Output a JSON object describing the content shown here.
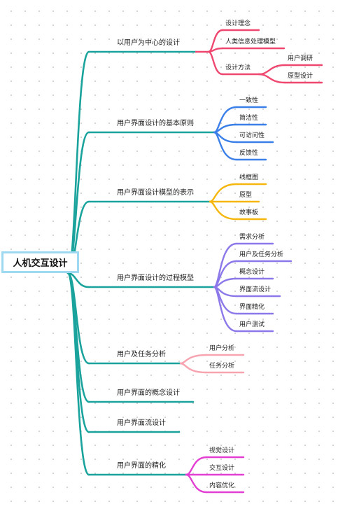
{
  "root": {
    "title": "人机交互设计"
  },
  "colors": {
    "trunk": "#1aa39c",
    "red": "#ef476f",
    "blue": "#3b7fe8",
    "yellow": "#f5b70d",
    "purple": "#8d78ea",
    "pink": "#f7a3b0",
    "magenta": "#e33fd3"
  },
  "branches": [
    {
      "label": "以用户为中心的设计",
      "color_key": "red",
      "children": [
        {
          "label": "设计理念"
        },
        {
          "label": "人类信息处理模型"
        },
        {
          "label": "设计方法",
          "children": [
            {
              "label": "用户调研"
            },
            {
              "label": "原型设计"
            }
          ]
        }
      ]
    },
    {
      "label": "用户界面设计的基本原则",
      "color_key": "blue",
      "children": [
        {
          "label": "一致性"
        },
        {
          "label": "简洁性"
        },
        {
          "label": "可访问性"
        },
        {
          "label": "反馈性"
        }
      ]
    },
    {
      "label": "用户界面设计模型的表示",
      "color_key": "yellow",
      "children": [
        {
          "label": "线框图"
        },
        {
          "label": "原型"
        },
        {
          "label": "故事板"
        }
      ]
    },
    {
      "label": "用户界面设计的过程模型",
      "color_key": "purple",
      "children": [
        {
          "label": "需求分析"
        },
        {
          "label": "用户及任务分析"
        },
        {
          "label": "概念设计"
        },
        {
          "label": "界面流设计"
        },
        {
          "label": "界面精化"
        },
        {
          "label": "用户测试"
        }
      ]
    },
    {
      "label": "用户及任务分析",
      "color_key": "pink",
      "children": [
        {
          "label": "用户分析"
        },
        {
          "label": "任务分析"
        }
      ]
    },
    {
      "label": "用户界面的概念设计",
      "children": []
    },
    {
      "label": "用户界面流设计",
      "children": []
    },
    {
      "label": "用户界面的精化",
      "color_key": "magenta",
      "children": [
        {
          "label": "视觉设计"
        },
        {
          "label": "交互设计"
        },
        {
          "label": "内容优化"
        }
      ]
    }
  ]
}
